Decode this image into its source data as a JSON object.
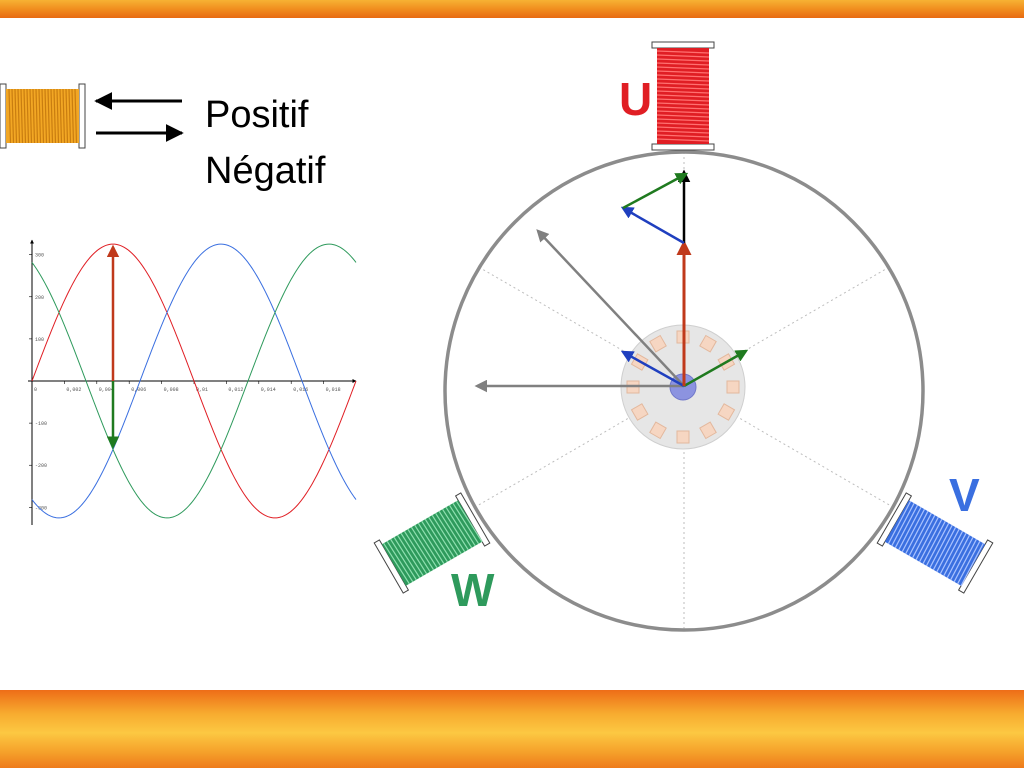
{
  "legend": {
    "positive_label": "Positif",
    "negative_label": "Négatif"
  },
  "phases": [
    {
      "label": "U",
      "color": "#e01e24"
    },
    {
      "label": "V",
      "color": "#3a6fe0"
    },
    {
      "label": "W",
      "color": "#2e9a5c"
    }
  ],
  "colors": {
    "top_bar": "#f08a1d",
    "bottom_bar": "#f7ab2f",
    "legend_coil": "#f2a724",
    "resultant_vector": "#808080",
    "stator": "#8c8c8c"
  },
  "chart_data": {
    "type": "line",
    "x_ticks": [
      "0",
      "0,002",
      "0,004",
      "0,006",
      "0,008",
      "0,01",
      "0,012",
      "0,014",
      "0,016",
      "0,018"
    ],
    "y_ticks": [
      "300",
      "200",
      "100",
      "-100",
      "-200",
      "-300"
    ],
    "xlim": [
      0,
      0.02
    ],
    "ylim": [
      -330,
      330
    ],
    "series": [
      {
        "color": "#e01e24",
        "phase_deg": 0
      },
      {
        "color": "#3a6fe0",
        "phase_deg": -120
      },
      {
        "color": "#2e9a5c",
        "phase_deg": 120
      }
    ],
    "amplitude": 325,
    "marker_time": 0.005
  }
}
